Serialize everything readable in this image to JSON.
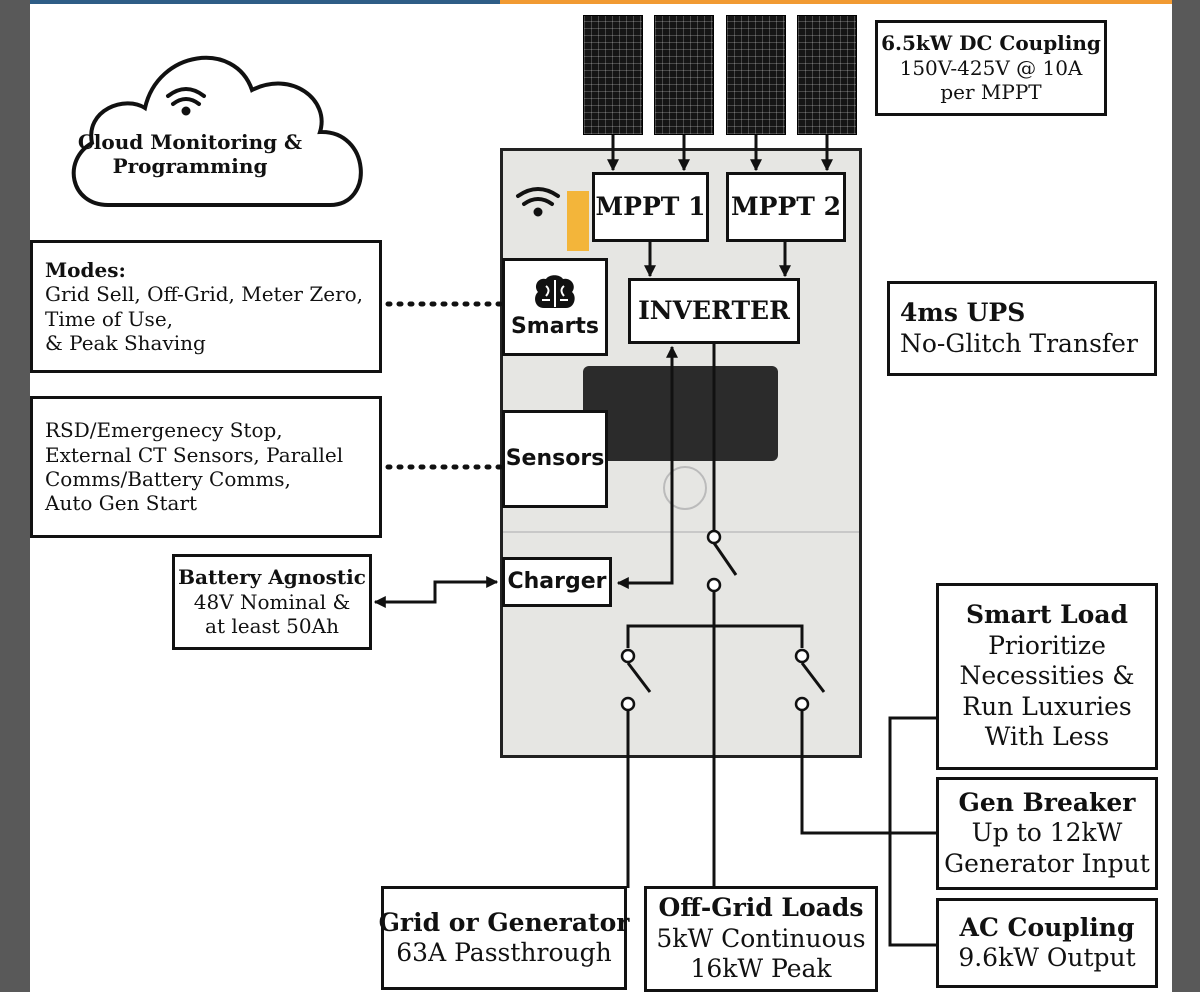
{
  "cloud": {
    "line1": "Cloud Monitoring &",
    "line2": "Programming",
    "icon": "wifi-icon"
  },
  "dc_coupling": {
    "title": "6.5kW DC Coupling",
    "line1": "150V-425V @ 10A",
    "line2": "per MPPT"
  },
  "mppt1": "MPPT 1",
  "mppt2": "MPPT 2",
  "inverter": "INVERTER",
  "smarts": {
    "label": "Smarts",
    "icon": "brain-icon"
  },
  "sensors": "Sensors",
  "charger": "Charger",
  "ups": {
    "title": "4ms UPS",
    "line1": "No-Glitch Transfer"
  },
  "modes": {
    "title": "Modes:",
    "lines": [
      "Grid Sell, Off-Grid, Meter Zero,",
      "Time of Use,",
      "& Peak Shaving"
    ]
  },
  "sensor_info": {
    "lines": [
      "RSD/Emergenecy Stop,",
      "External CT Sensors, Parallel",
      "Comms/Battery Comms,",
      "Auto Gen Start"
    ]
  },
  "battery": {
    "title": "Battery Agnostic",
    "line1": "48V Nominal &",
    "line2": "at least 50Ah"
  },
  "smart_load": {
    "title": "Smart Load",
    "lines": [
      "Prioritize",
      "Necessities &",
      "Run Luxuries",
      "With Less"
    ]
  },
  "gen_breaker": {
    "title": "Gen Breaker",
    "line1": "Up to 12kW",
    "line2": "Generator Input"
  },
  "ac_coupling": {
    "title": "AC Coupling",
    "line1": "9.6kW Output"
  },
  "grid": {
    "title": "Grid or Generator",
    "line1": "63A Passthrough"
  },
  "offgrid": {
    "title": "Off-Grid Loads",
    "line1": "5kW Continuous",
    "line2": "16kW Peak"
  },
  "colors": {
    "unit_bg": "#e6e6e3",
    "panel": "#151515",
    "strip_blue": "#2e5d86",
    "strip_orange": "#f19a32",
    "logo_accent": "#f3b53a"
  }
}
